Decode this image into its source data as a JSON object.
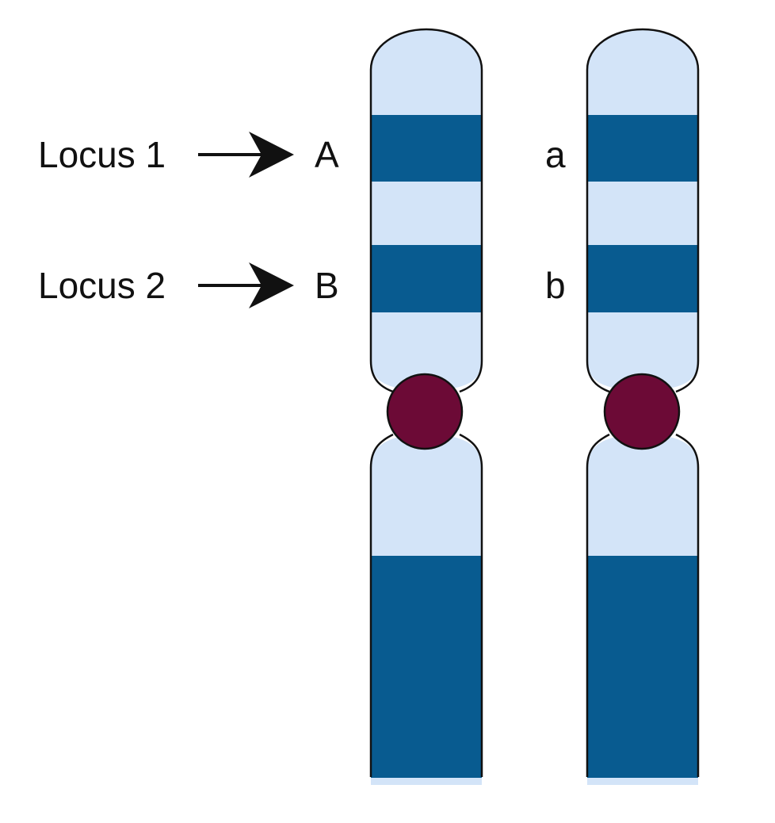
{
  "colors": {
    "background": "#ffffff",
    "light_band": "#d3e4f8",
    "dark_band": "#085b90",
    "centromere": "#6c0a36",
    "outline": "#111111",
    "text": "#111111"
  },
  "locus_labels": [
    {
      "text": "Locus 1"
    },
    {
      "text": "Locus 2"
    }
  ],
  "chromosomes": [
    {
      "allele_labels": [
        "A",
        "B"
      ]
    },
    {
      "allele_labels": [
        "a",
        "b"
      ]
    }
  ],
  "icons": {
    "locus_pointer": "right-arrow"
  }
}
